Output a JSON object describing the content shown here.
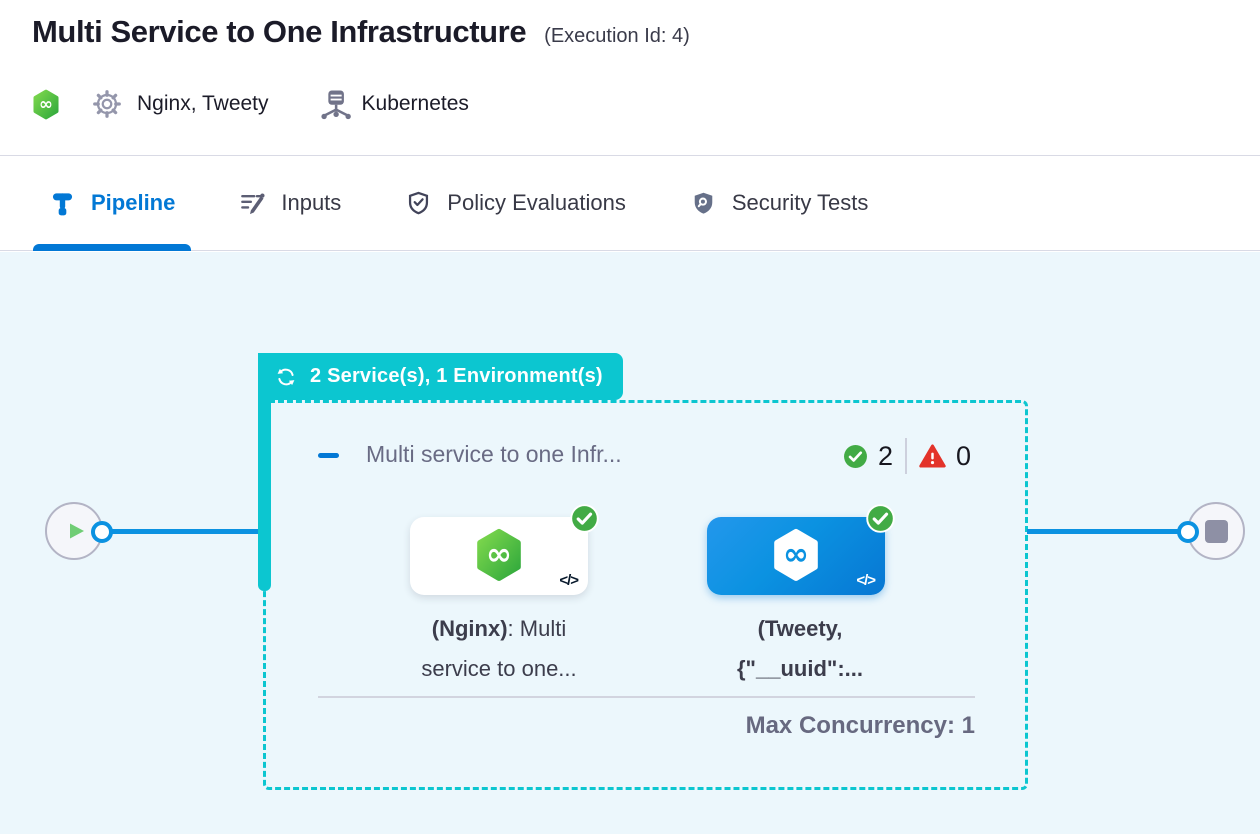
{
  "header": {
    "title": "Multi Service to One Infrastructure",
    "execution_id": "(Execution Id: 4)",
    "services": "Nginx, Tweety",
    "infrastructure": "Kubernetes"
  },
  "tabs": [
    {
      "label": "Pipeline",
      "active": true
    },
    {
      "label": "Inputs",
      "active": false
    },
    {
      "label": "Policy Evaluations",
      "active": false
    },
    {
      "label": "Security Tests",
      "active": false
    }
  ],
  "canvas": {
    "group_badge": {
      "label": "2 Service(s), 1 Environment(s)"
    },
    "stage": {
      "title": "Multi service to one Infr...",
      "success_count": "2",
      "error_count": "0",
      "max_concurrency_label": "Max Concurrency: 1",
      "nodes": [
        {
          "service": "Nginx",
          "label_line1_bold": "(Nginx)",
          "label_line1_rest": ": Multi",
          "label_line2_bold": "",
          "label_line2_rest": "service to one...",
          "selected": false,
          "status": "success"
        },
        {
          "service": "Tweety",
          "label_line1_bold": "(Tweety,",
          "label_line1_rest": "",
          "label_line2_bold": "{\"__uuid\":...",
          "label_line2_rest": "",
          "selected": true,
          "status": "success"
        }
      ]
    }
  },
  "glyphs": {
    "infinity": "∞",
    "code": "</>"
  },
  "colors": {
    "teal": "#0cc6d0",
    "primary_blue": "#0278d5",
    "edge_blue": "#0b92e1",
    "success_green": "#42ab45",
    "error_red": "#e3332a",
    "canvas_bg": "#ecf7fc",
    "node_green_light": "#7fd84d",
    "node_green_dark": "#2fa83c",
    "text_dark": "#1b1b28",
    "text_gray": "#696b84"
  }
}
